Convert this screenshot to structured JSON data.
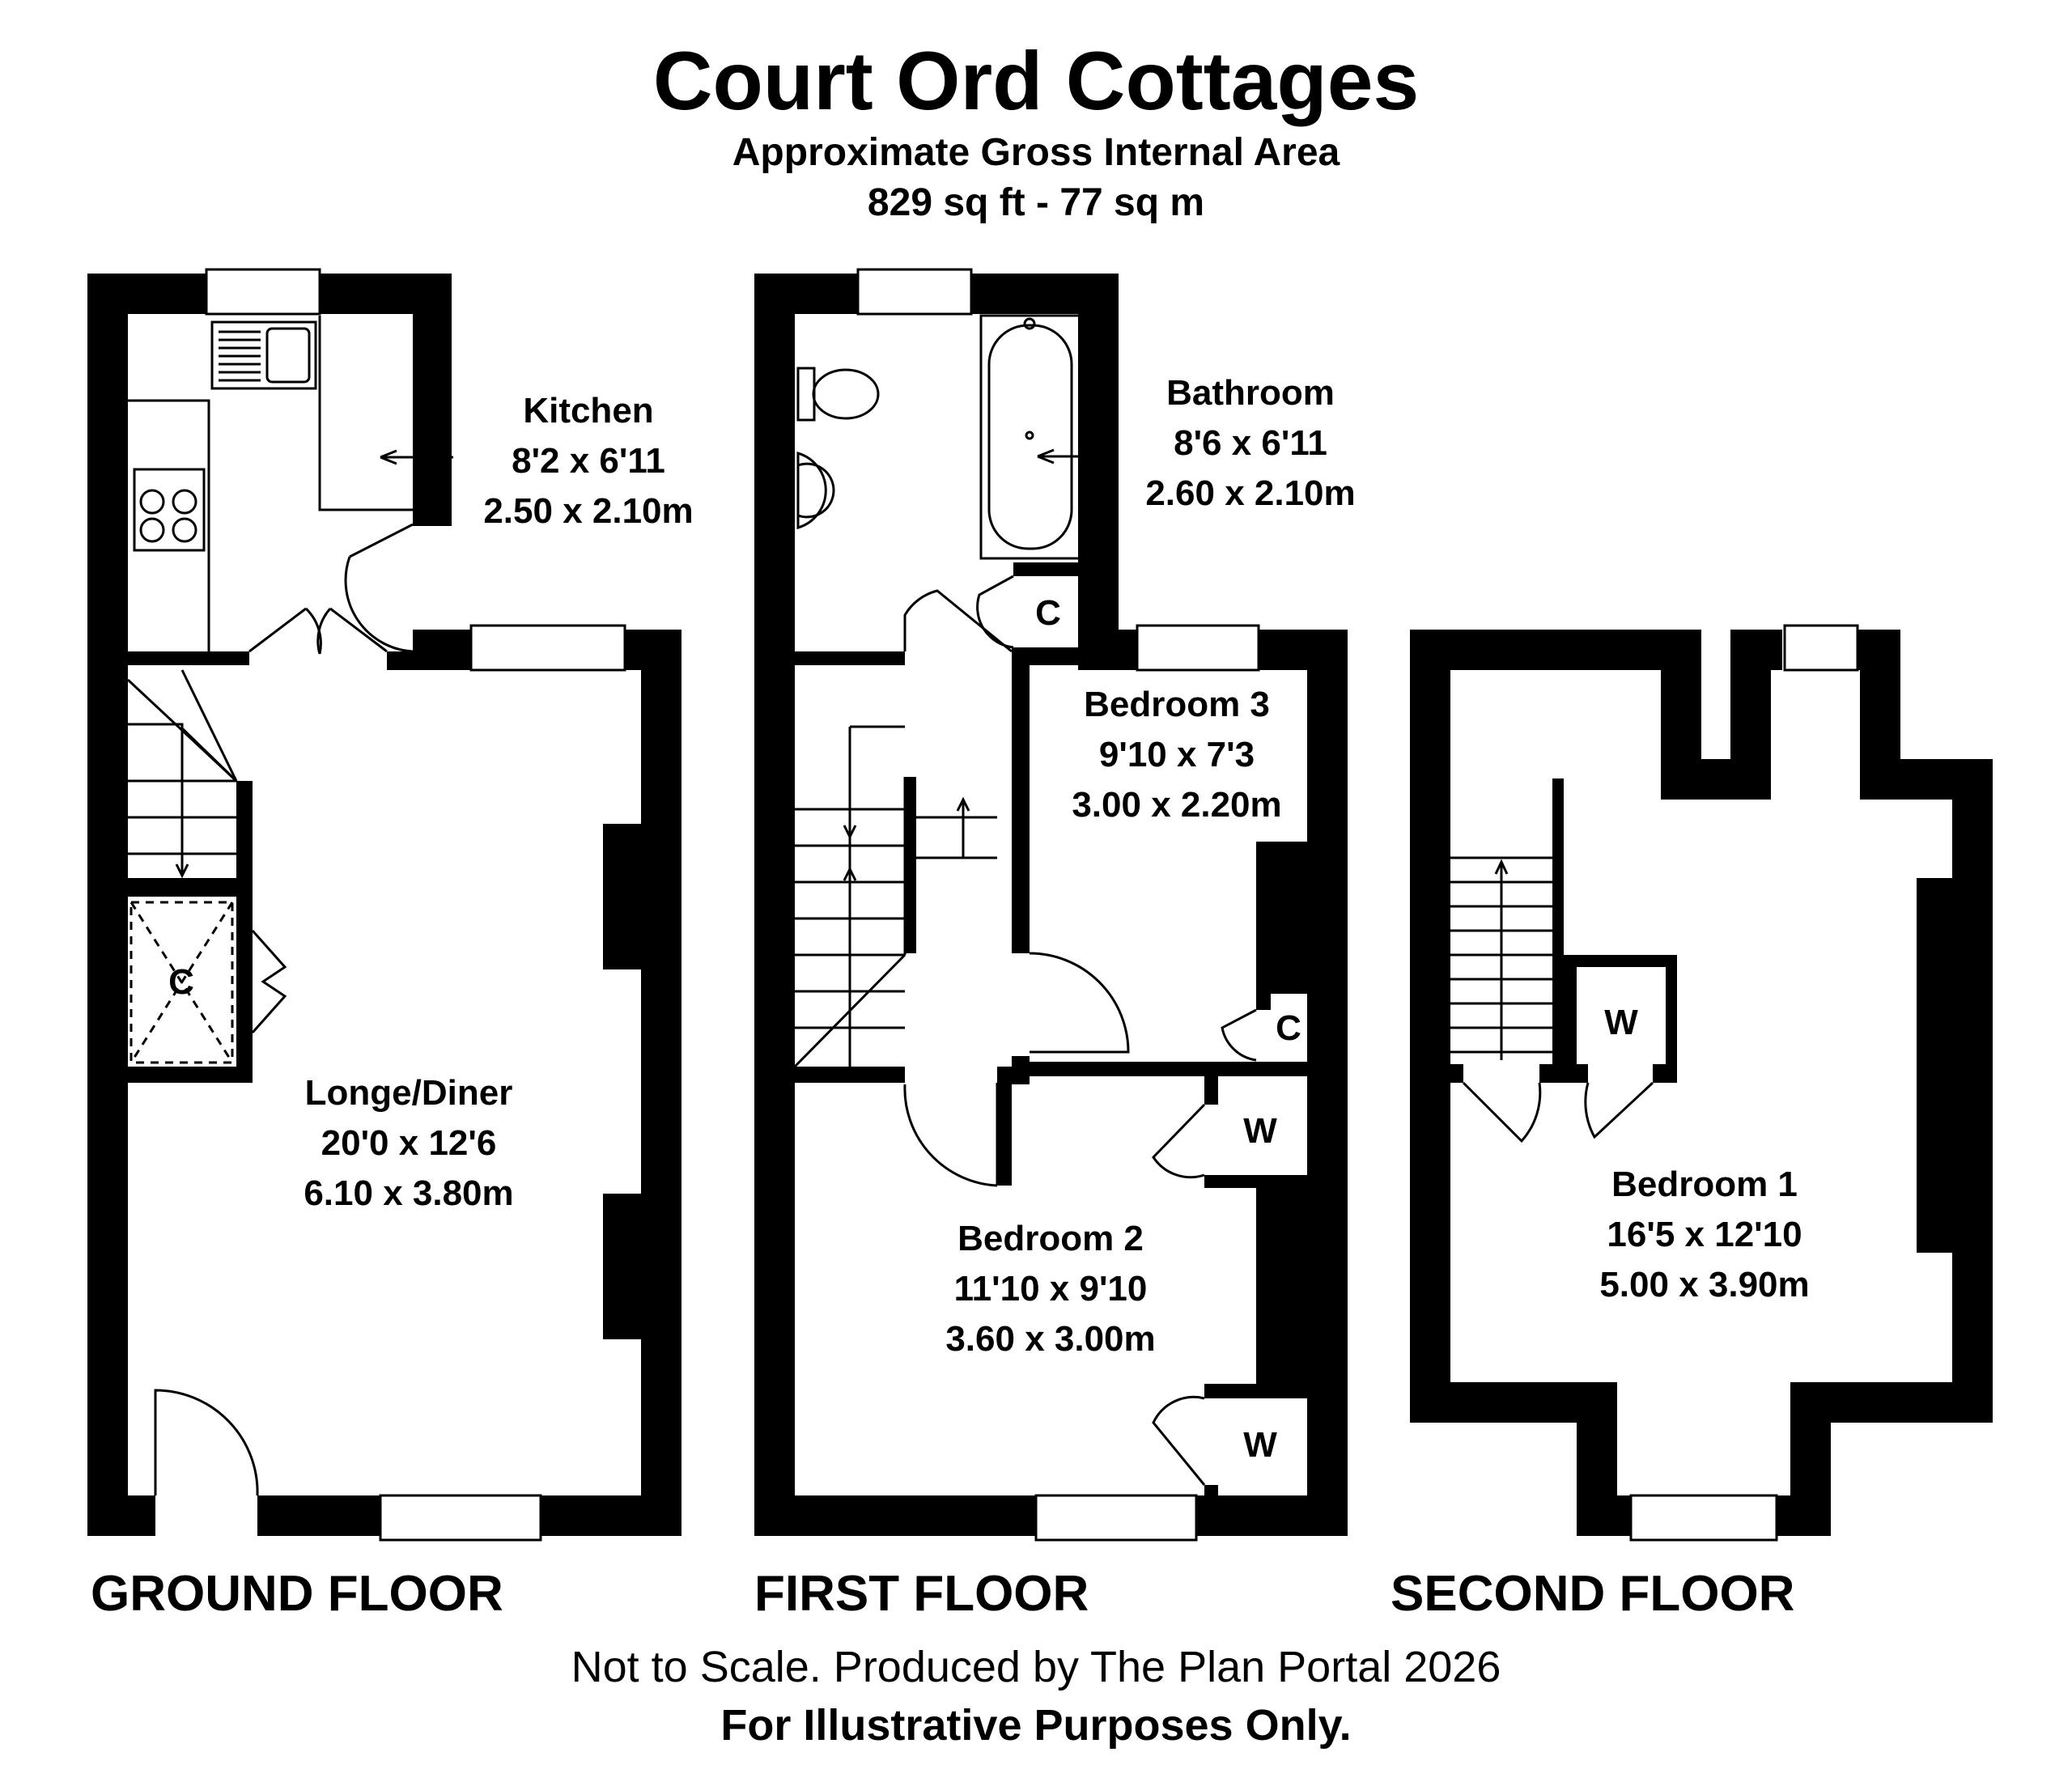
{
  "header": {
    "title": "Court Ord Cottages",
    "subtitle": "Approximate Gross Internal Area",
    "area": "829 sq ft - 77 sq m"
  },
  "floors": {
    "ground": {
      "label": "GROUND FLOOR",
      "kitchen": {
        "name": "Kitchen",
        "imperial": "8'2 x 6'11",
        "metric": "2.50 x 2.10m"
      },
      "lounge": {
        "name": "Longe/Diner",
        "imperial": "20'0 x 12'6",
        "metric": "6.10 x 3.80m"
      },
      "cupboard": "C"
    },
    "first": {
      "label": "FIRST FLOOR",
      "bathroom": {
        "name": "Bathroom",
        "imperial": "8'6 x 6'11",
        "metric": "2.60 x 2.10m"
      },
      "bedroom3": {
        "name": "Bedroom 3",
        "imperial": "9'10 x 7'3",
        "metric": "3.00 x 2.20m"
      },
      "bedroom2": {
        "name": "Bedroom 2",
        "imperial": "11'10 x 9'10",
        "metric": "3.60 x 3.00m"
      },
      "cupboard_a": "C",
      "cupboard_b": "C",
      "wardrobe_a": "W",
      "wardrobe_b": "W"
    },
    "second": {
      "label": "SECOND FLOOR",
      "bedroom1": {
        "name": "Bedroom 1",
        "imperial": "16'5 x 12'10",
        "metric": "5.00 x 3.90m"
      },
      "wardrobe": "W"
    }
  },
  "footer": {
    "line1": "Not to Scale. Produced by The Plan Portal 2026",
    "line2": "For Illustrative Purposes Only."
  }
}
